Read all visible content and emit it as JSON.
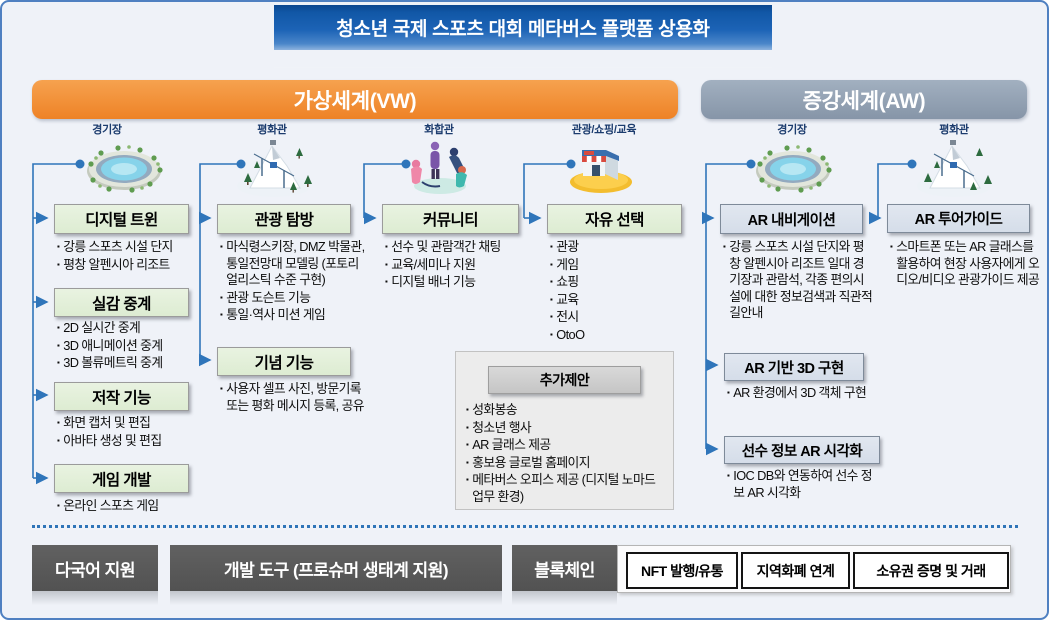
{
  "title": "청소년 국제 스포츠 대회 메타버스 플랫폼 상용화",
  "colors": {
    "title_blue": "#1c63b6",
    "vw_orange": "#ee8226",
    "aw_gray": "#8695a8",
    "connector_blue": "#2f75ba",
    "vw_box_green": "#e2efda",
    "aw_box_gray": "#dbe2ed",
    "bottom_dark_gray": "#575757"
  },
  "vw": {
    "header": "가상세계(VW)",
    "columns": [
      {
        "label": "경기장",
        "icon": "stadium-icon"
      },
      {
        "label": "평화관",
        "icon": "ski-resort-icon"
      },
      {
        "label": "화합관",
        "icon": "people-icon"
      },
      {
        "label": "관광/쇼핑/교육",
        "icon": "shop-icon"
      }
    ],
    "boxes": {
      "digital_twin": {
        "title": "디지털 트윈",
        "bullets": [
          "강릉 스포츠 시설 단지",
          "평창 알펜시아 리조트"
        ]
      },
      "live_relay": {
        "title": "실감 중계",
        "bullets": [
          "2D 실시간 중계",
          "3D 애니메이션 중계",
          "3D 볼류메트릭 중계"
        ]
      },
      "authoring": {
        "title": "저작 기능",
        "bullets": [
          "화면 캡처 및 편집",
          "아바타 생성 및 편집"
        ]
      },
      "game_dev": {
        "title": "게임 개발",
        "bullets": [
          "온라인 스포츠 게임"
        ]
      },
      "tour": {
        "title": "관광 탐방",
        "bullets": [
          "마식령스키장, DMZ 박물관, 통일전망대 모델링 (포토리얼리스틱 수준 구현)",
          "관광 도슨트 기능",
          "통일·역사 미션 게임"
        ]
      },
      "memorial": {
        "title": "기념 기능",
        "bullets": [
          "사용자 셀프 사진, 방문기록 또는 평화 메시지 등록, 공유"
        ]
      },
      "community": {
        "title": "커뮤니티",
        "bullets": [
          "선수 및 관람객간 채팅",
          "교육/세미나 지원",
          "디지털 배너 기능"
        ]
      },
      "free_choice": {
        "title": "자유 선택",
        "bullets": [
          "관광",
          "게임",
          "쇼핑",
          "교육",
          "전시",
          "OtoO"
        ]
      }
    }
  },
  "aw": {
    "header": "증강세계(AW)",
    "columns": [
      {
        "label": "경기장",
        "icon": "stadium-icon"
      },
      {
        "label": "평화관",
        "icon": "ski-resort-icon"
      }
    ],
    "boxes": {
      "ar_nav": {
        "title": "AR 내비게이션",
        "bullets": [
          "강릉 스포츠 시설 단지와 평창 알펜시아 리조트 일대 경기장과 관람석, 각종 편의시설에 대한 정보검색과 직관적 길안내"
        ]
      },
      "ar_3d": {
        "title": "AR 기반 3D 구현",
        "bullets": [
          "AR 환경에서 3D 객체 구현"
        ]
      },
      "player_info": {
        "title": "선수 정보 AR 시각화",
        "bullets": [
          "IOC DB와 연동하여 선수 정보 AR 시각화"
        ]
      },
      "ar_guide": {
        "title": "AR 투어가이드",
        "bullets": [
          "스마트폰 또는 AR 글래스를 활용하여 현장 사용자에게 오디오/비디오 관광가이드 제공"
        ]
      }
    }
  },
  "extra": {
    "title": "추가제안",
    "bullets": [
      "성화봉송",
      "청소년 행사",
      "AR 글래스 제공",
      "홍보용 글로벌 홈페이지",
      "메타버스 오피스 제공 (디지털 노마드 업무 환경)"
    ]
  },
  "bottom": {
    "multilingual": "다국어 지원",
    "dev_tools": "개발 도구 (프로슈머 생태계 지원)",
    "blockchain": "블록체인",
    "chips": [
      "NFT 발행/유통",
      "지역화폐 연계",
      "소유권 증명 및 거래"
    ]
  }
}
